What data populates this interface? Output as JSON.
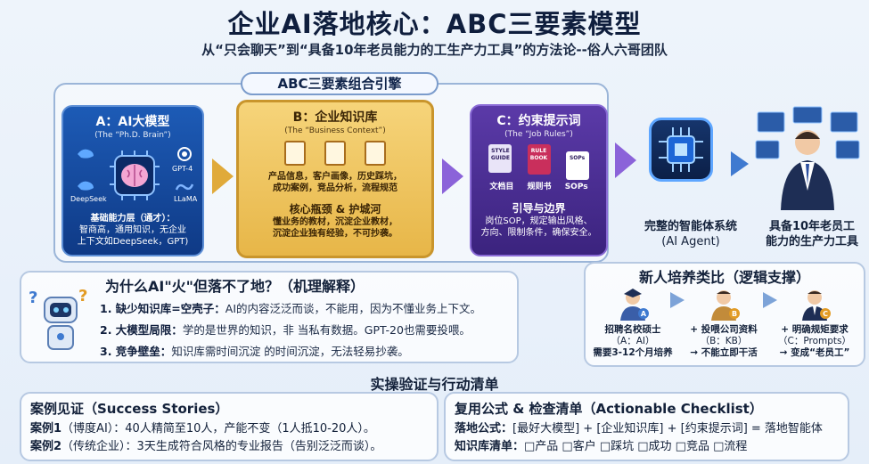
{
  "title": "企业AI落地核心：ABC三要素模型",
  "subtitle": "从“只会聊天”到“具备10年老员能力的工生产力工具”的方法论--俗人六哥团队",
  "engine_label": "ABC三要素组合引擎",
  "card_a": {
    "title": "A：AI大模型",
    "subtitle": "(The “Ph.D. Brain”)",
    "logos": [
      "DeepSeek",
      "GPT-4",
      "LLaMA"
    ],
    "body": [
      "基础能力层（通才）：",
      "智商高，通用知识，无企业",
      "上下文如DeepSeek，GPT)"
    ]
  },
  "card_b": {
    "title": "B：企业知识库",
    "subtitle": "(The “Business Context”)",
    "items": [
      "产品信息，客户画像，历史踩坑，",
      "成功案例，竞品分析，流程规范"
    ],
    "heading": "核心瓶颈 & 护城河",
    "body": [
      "懂业务的教材，沉淀企业教材，",
      "沉淀企业独有经验，不可抄袭。"
    ]
  },
  "card_c": {
    "title": "C：约束提示词",
    "subtitle": "(The “Job Rules”)",
    "icons": [
      "STYLE GUIDE",
      "RULE BOOK",
      "SOPs"
    ],
    "icon_labels": [
      "文档目",
      "规则书",
      "SOPs"
    ],
    "heading": "引导与边界",
    "body": [
      "岗位SOP，规定输出风格、",
      "方向、限制条件，确保安全。"
    ]
  },
  "agent": {
    "label1": "完整的智能体系统",
    "label2": "(AI Agent)"
  },
  "worker": {
    "label1": "具备10年老员工",
    "label2": "能力的生产力工具"
  },
  "why": {
    "title": "为什么AI\"火\"但落不了地？（机理解释）",
    "lines": [
      {
        "lead": "1. 缺少知识库=空壳子：",
        "text": "AI的内容泛泛而谈，不能用，因为不懂业务上下文。"
      },
      {
        "lead": "2. 大模型局限：",
        "text": "学的是世界的知识，非 当私有数据。GPT-20也需要投喂。"
      },
      {
        "lead": "3. 竞争壁垒：",
        "text": "知识库需时间沉淀 的时间沉淀，无法轻易抄袭。"
      }
    ]
  },
  "new_hire": {
    "title": "新人培养类比（逻辑支撑）",
    "stages": [
      {
        "badge": "A",
        "l1": "招聘名校硕士",
        "l2": "（A：AI）",
        "l3": "需要3-12个月培养"
      },
      {
        "badge": "B",
        "l1": "+ 投喂公司资料",
        "l2": "（B：KB）",
        "l3": "→ 不能立即干活"
      },
      {
        "badge": "C",
        "l1": "+ 明确规矩要求",
        "l2": "（C：Prompts）",
        "l3": "→ 变成“老员工”"
      }
    ]
  },
  "verify_title": "实操验证与行动清单",
  "cases": {
    "title": "案例见证（Success Stories）",
    "lines": [
      {
        "lead": "案例1",
        "text": "（博度AI）：40人精简至10人，产能不变（1人抵10-20人）。"
      },
      {
        "lead": "案例2",
        "text": "（传统企业）：3天生成符合风格的专业报告（告别泛泛而谈）。"
      }
    ]
  },
  "formula": {
    "title": "复用公式 & 检查清单（Actionable Checklist）",
    "lines": [
      {
        "lead": "落地公式：",
        "text": "[最好大模型] + [企业知识库] + [约束提示词] = 落地智能体"
      },
      {
        "lead": "知识库清单：",
        "text": "□产品 □客户 □踩坑 □成功 □竞品 □流程"
      }
    ]
  },
  "colors": {
    "card_a": "#1d5bb6",
    "card_b": "#e7b648",
    "card_c": "#4a2d93",
    "accent": "#3f7ad0"
  }
}
